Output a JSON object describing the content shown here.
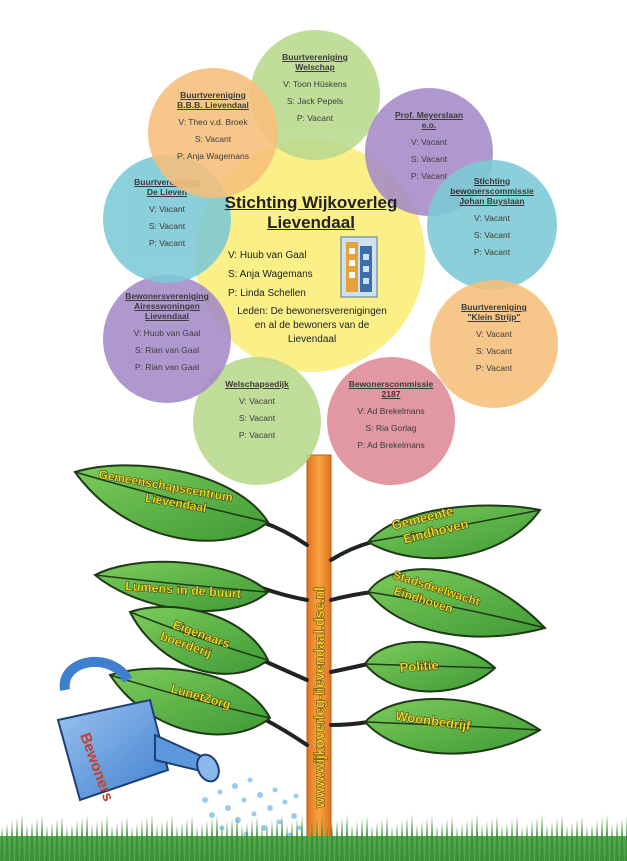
{
  "center": {
    "title_line1": "Stichting Wijkoverleg",
    "title_line2": "Lievendaal",
    "roles": [
      "V: Huub van Gaal",
      "S: Anja Wagemans",
      "P: Linda Schellen"
    ],
    "members_line1": "Leden: De bewonersverenigingen",
    "members_line2": "en al de bewoners van de",
    "members_line3": "Lievendaal",
    "color": "#f7e65a"
  },
  "petals": [
    {
      "title": [
        "Buurtvereniging",
        "Welschap"
      ],
      "lines": [
        "V: Toon Hüskens",
        "S: Jack Pepels",
        "P: Vacant"
      ],
      "color": "#b8d98c"
    },
    {
      "title": [
        "Prof. Meyerslaan",
        "e.o."
      ],
      "lines": [
        "V: Vacant",
        "S: Vacant",
        "P: Vacant"
      ],
      "color": "#a58ac7"
    },
    {
      "title": [
        "Stichting",
        "bewonerscommissie",
        "Johan Buyslaan"
      ],
      "lines": [
        "V: Vacant",
        "S: Vacant",
        "P: Vacant"
      ],
      "color": "#7cc9d6"
    },
    {
      "title": [
        "Buurtvereniging",
        "\"Klein Strijp\""
      ],
      "lines": [
        "V: Vacant",
        "S: Vacant",
        "P: Vacant"
      ],
      "color": "#f7bf7a"
    },
    {
      "title": [
        "Bewonerscommissie",
        "2187"
      ],
      "lines": [
        "V: Ad Brekelmans",
        "S: Ria Gorlag",
        "P: Ad Brekelmans"
      ],
      "color": "#de8a96"
    },
    {
      "title": [
        "Welschapsedijk"
      ],
      "lines": [
        "V: Vacant",
        "S: Vacant",
        "P: Vacant"
      ],
      "color": "#b8d98c"
    },
    {
      "title": [
        "Bewonersvereniging",
        "Airesswoningen",
        "Lievendaal"
      ],
      "lines": [
        "V: Huub van Gaal",
        "S: Rian van Gaal",
        "P: Rian van Gaal"
      ],
      "color": "#a58ac7"
    },
    {
      "title": [
        "Buurtvereniging",
        "De Lieven"
      ],
      "lines": [
        "V: Vacant",
        "S: Vacant",
        "P: Vacant"
      ],
      "color": "#7cc9d6"
    },
    {
      "title": [
        "Buurtvereniging",
        "B.B.B. Lievendaal"
      ],
      "lines": [
        "V: Theo v.d. Broek",
        "S: Vacant",
        "P: Anja Wagemans"
      ],
      "color": "#f7bf7a"
    }
  ],
  "stem_text": "www.wijkoverleg-lievendaal.dse.nl",
  "left_leaves": [
    {
      "label": [
        "Gemeenschapscentrum",
        "Lievendaal"
      ]
    },
    {
      "label": [
        "Lumens in de buurt"
      ]
    },
    {
      "label": [
        "Eigenaars",
        "boerderij"
      ]
    },
    {
      "label": [
        "LunetZorg"
      ]
    }
  ],
  "right_leaves": [
    {
      "label": [
        "Gemeente",
        "Eindhoven"
      ]
    },
    {
      "label": [
        "Stadsdeelwacht",
        "Eindhoven"
      ]
    },
    {
      "label": [
        "Politie"
      ]
    },
    {
      "label": [
        "Woonbedrijf"
      ]
    }
  ],
  "watering_can_label": "Bewoners",
  "colors": {
    "leaf": "#5bb84a",
    "stem": "#f08a2a",
    "can": "#6aa2e0",
    "grass": "#4fa84a"
  }
}
